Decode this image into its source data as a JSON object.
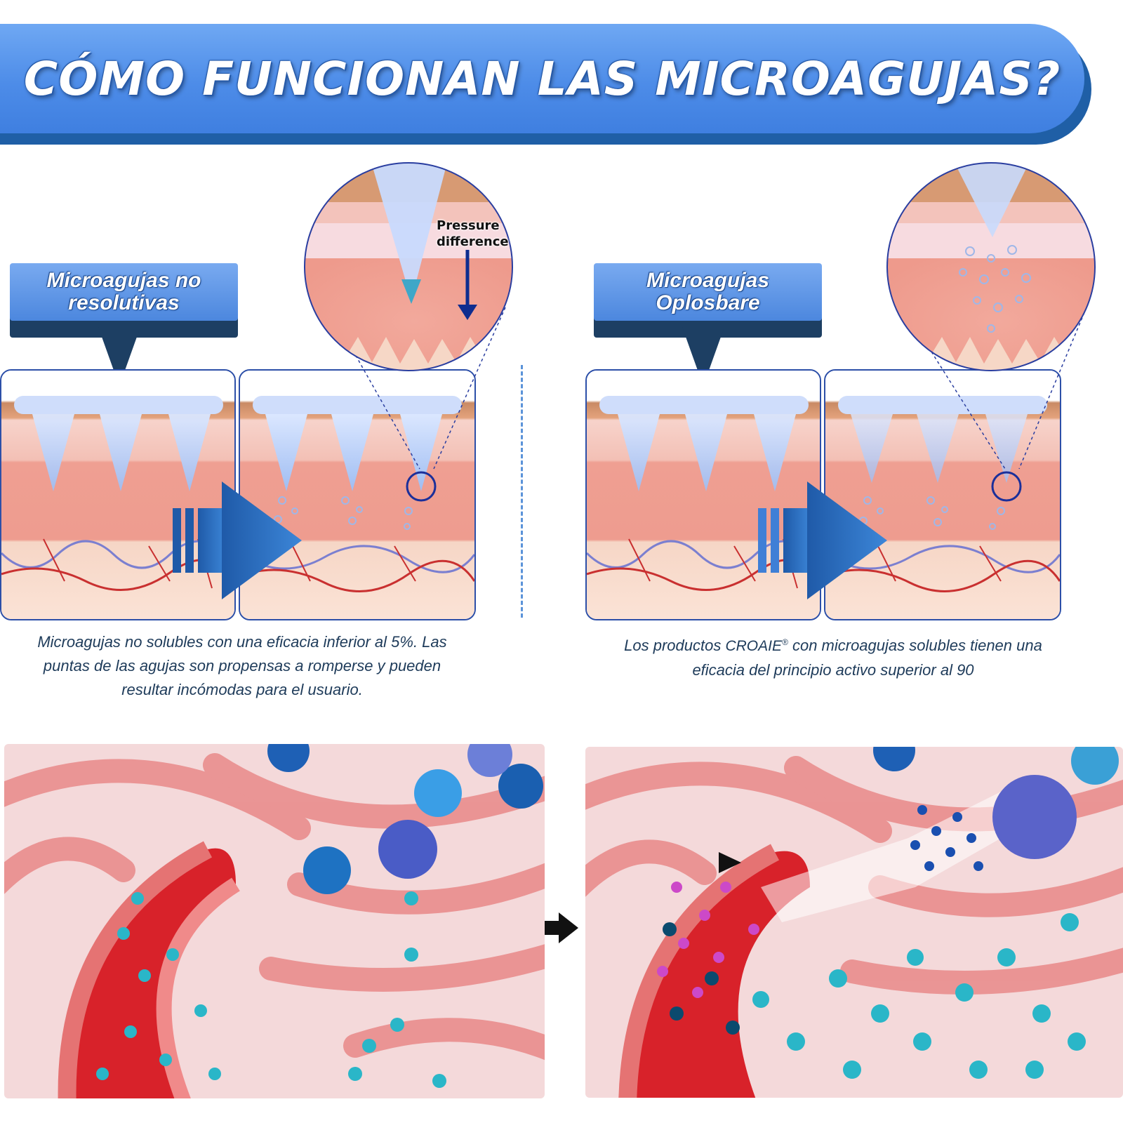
{
  "header": {
    "title": "CÓMO FUNCIONAN LAS MICROAGUJAS?"
  },
  "left": {
    "label": "Microagujas no resolutivas",
    "zoom_label": "Pressure difference",
    "caption": "Microagujas no solubles con una eficacia inferior al 5%. Las puntas de las agujas son propensas a romperse y pueden resultar incómodas para el usuario."
  },
  "right": {
    "label": "Microagujas Oplosbare",
    "caption_prefix": "Los productos",
    "brand": "CROAIE",
    "brand_mark": "®",
    "caption_suffix": "con microagujas solubles tienen una eficacia del principio activo superior al 90"
  },
  "colors": {
    "banner": "#4d8ce8",
    "banner_shadow": "#1f5fa6",
    "callout": "#5a93e4",
    "arrow": "#2a67b8",
    "skin_top": "#f7c9b8",
    "skin_mid": "#f0a596",
    "vessel": "#d62a2a",
    "particle": "#29b7c9"
  }
}
